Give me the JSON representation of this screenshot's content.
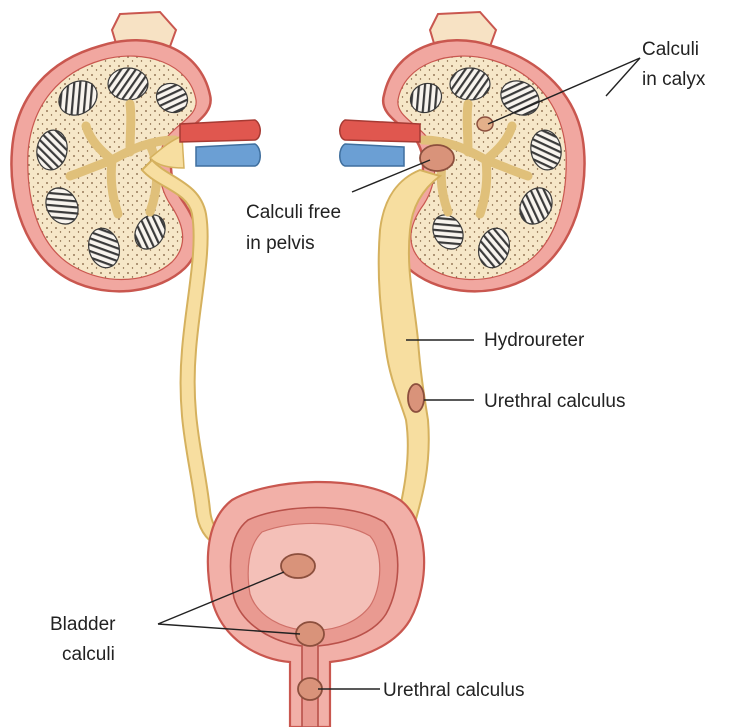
{
  "labels": {
    "calculi_in_calyx_line1": "Calculi",
    "calculi_in_calyx_line2": "in calyx",
    "calculi_free_in_pelvis_line1": "Calculi free",
    "calculi_free_in_pelvis_line2": "in pelvis",
    "hydroureter": "Hydroureter",
    "ureteral_calculus_upper": "Urethral calculus",
    "bladder_calculi_line1": "Bladder",
    "bladder_calculi_line2": "calculi",
    "urethral_calculus_lower": "Urethral calculus"
  },
  "colors": {
    "kidney_outer": "#f1a7a0",
    "kidney_edge": "#c9574f",
    "kidney_cortex": "#f6e7c8",
    "pyramid": "#f8f4ee",
    "pyramid_stripe": "#3a3a3a",
    "ureter_fill": "#f7dea0",
    "ureter_edge": "#d5b15e",
    "artery": "#e0574f",
    "vein": "#6b9fd4",
    "bladder_wall": "#f2b0a8",
    "bladder_inner": "#e99a91",
    "stone": "#d9937a",
    "stone_edge": "#8c4f3d"
  }
}
